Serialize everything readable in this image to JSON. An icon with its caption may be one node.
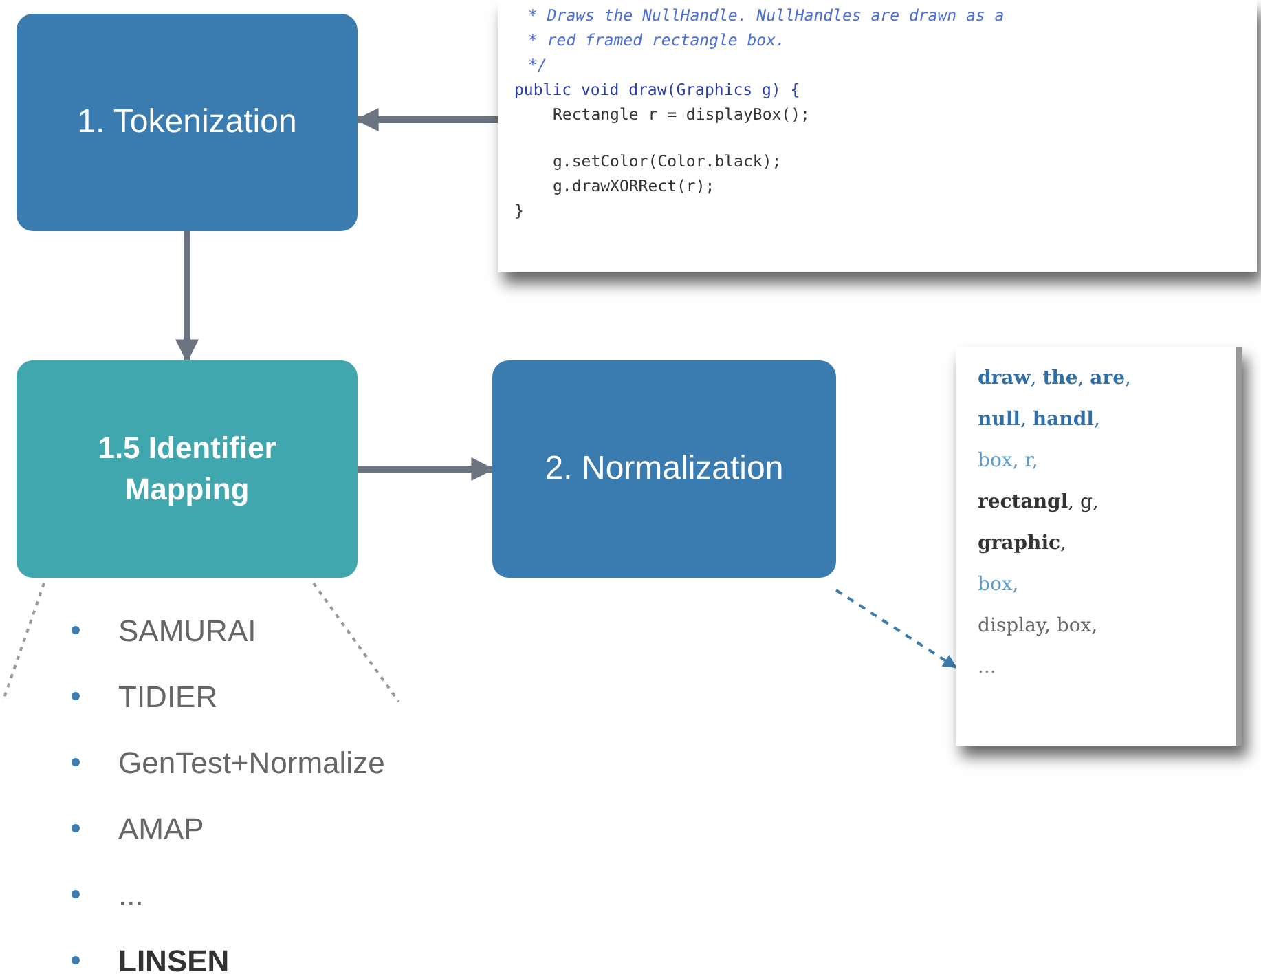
{
  "diagram": {
    "nodes": [
      {
        "text": [
          "1. Tokenization"
        ]
      },
      {
        "text": [
          "* Draws the NullHandle. NullHandles are drawn as a",
          "* red framed rectangle box.",
          "*/",
          "public void draw(Graphics g) {",
          "Rectangle r = displayBox();",
          "g.setColor(Color.black);",
          "g.drawXORRect(r);",
          "}"
        ]
      },
      {
        "text": [
          "1.5 Identifier Mapping"
        ]
      },
      {
        "text": [
          "2. Normalization"
        ]
      },
      {
        "text": [
          "**draw**, **the**, **are**,",
          "**null**, **handl**,",
          "box, r,",
          "**rectangl**, g,",
          "**graphic**,",
          "box,",
          "display, box,",
          "..."
        ]
      }
    ],
    "edges": [
      {
        "from": 1,
        "to": 0,
        "arrow": "to"
      },
      {
        "from": 0,
        "to": 2,
        "arrow": "to"
      },
      {
        "from": 2,
        "to": 3,
        "arrow": "to"
      },
      {
        "from": 3,
        "to": 4,
        "arrow": "to",
        "style": "dashed"
      }
    ],
    "labels": [
      "SAMURAI",
      "TIDIER",
      "GenTest+Normalize",
      "AMAP",
      "...",
      "LINSEN"
    ]
  }
}
